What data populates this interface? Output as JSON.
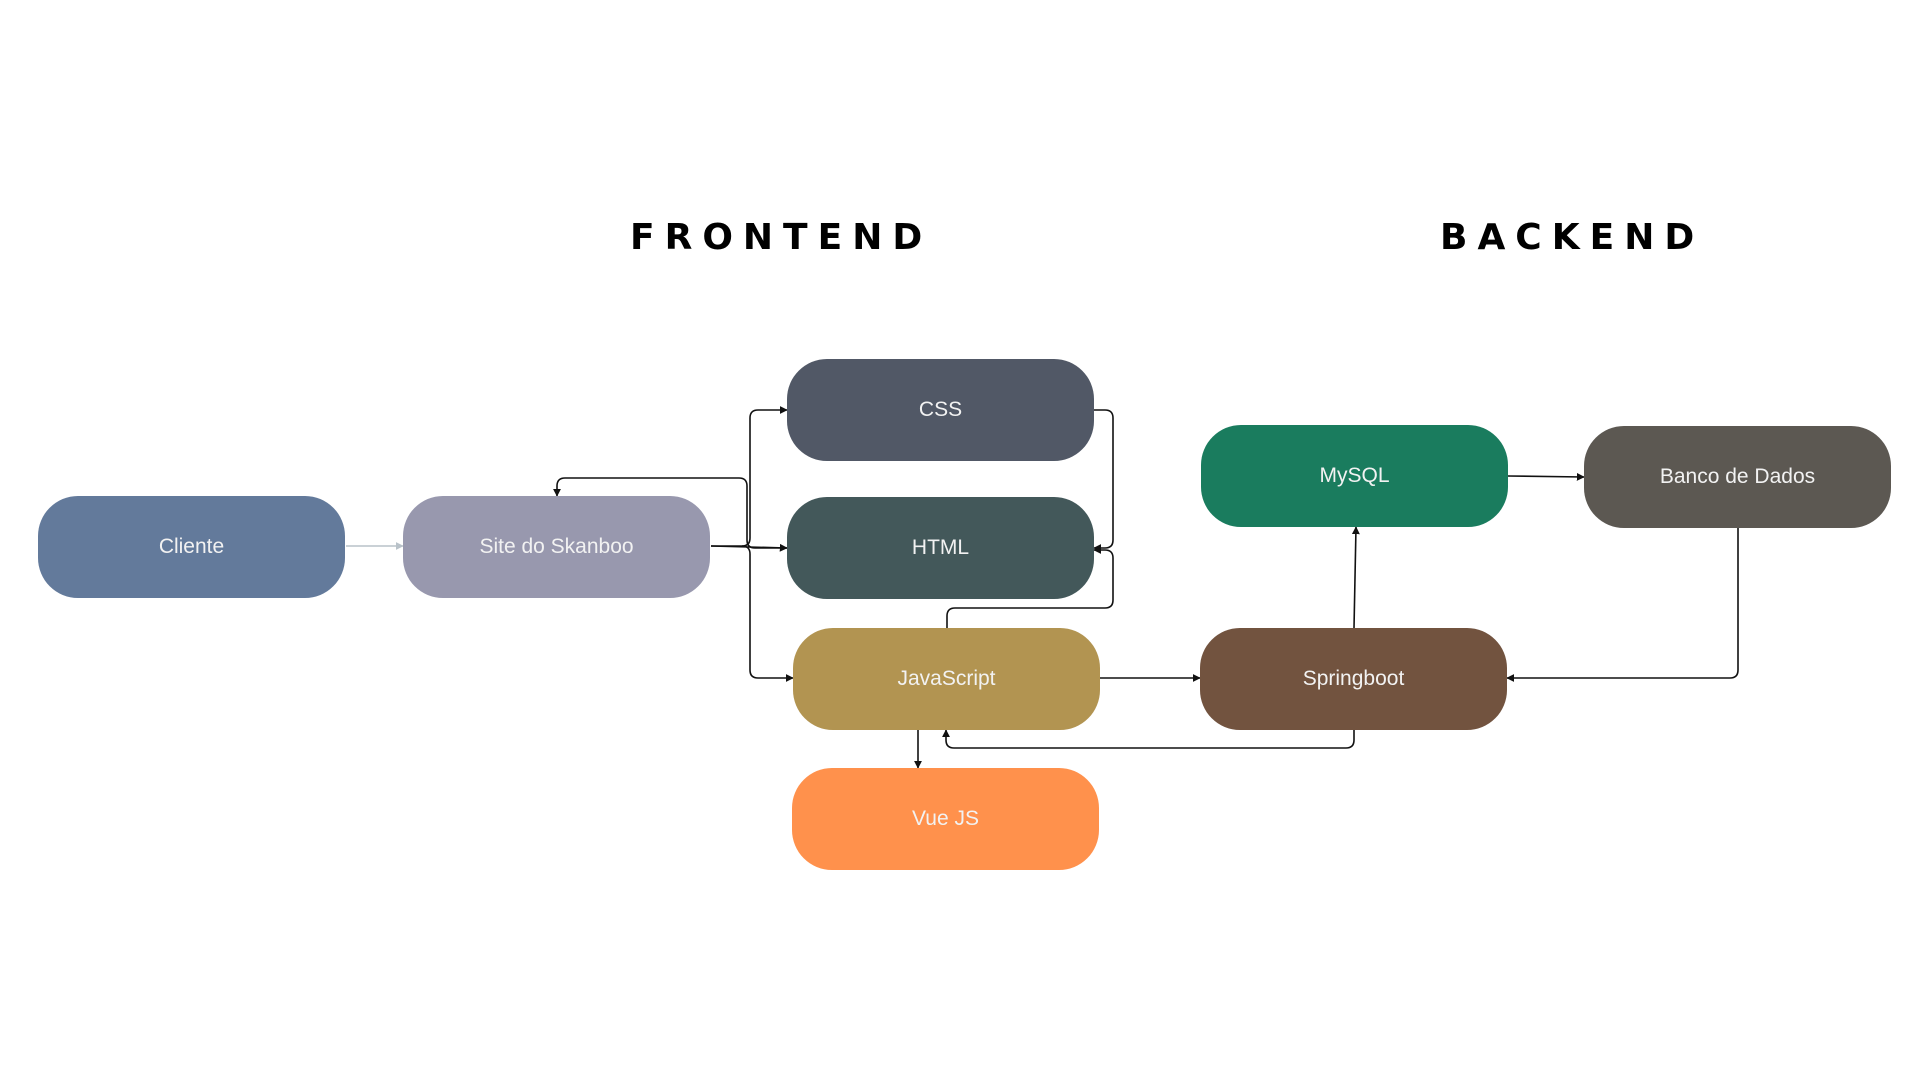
{
  "sections": {
    "frontend": "FRONTEND",
    "backend": "BACKEND"
  },
  "nodes": {
    "cliente": {
      "label": "Cliente",
      "color": "#637a9b"
    },
    "site": {
      "label": "Site do Skanboo",
      "color": "#9898ae"
    },
    "css": {
      "label": "CSS",
      "color": "#515866"
    },
    "html": {
      "label": "HTML",
      "color": "#43585a"
    },
    "javascript": {
      "label": "JavaScript",
      "color": "#b29451"
    },
    "vue": {
      "label": "Vue JS",
      "color": "#ff914c"
    },
    "mysql": {
      "label": "MySQL",
      "color": "#1a7c5e"
    },
    "springboot": {
      "label": "Springboot",
      "color": "#72533f"
    },
    "banco": {
      "label": "Banco de Dados",
      "color": "#5c5852"
    }
  },
  "edges": [
    {
      "from": "Cliente",
      "to": "Site do Skanboo"
    },
    {
      "from": "Site do Skanboo",
      "to": "CSS"
    },
    {
      "from": "Site do Skanboo",
      "to": "HTML"
    },
    {
      "from": "Site do Skanboo",
      "to": "JavaScript"
    },
    {
      "from": "HTML",
      "to": "Site do Skanboo"
    },
    {
      "from": "CSS",
      "to": "HTML"
    },
    {
      "from": "JavaScript",
      "to": "HTML"
    },
    {
      "from": "JavaScript",
      "to": "Vue JS"
    },
    {
      "from": "JavaScript",
      "to": "Springboot"
    },
    {
      "from": "Springboot",
      "to": "JavaScript"
    },
    {
      "from": "Springboot",
      "to": "MySQL"
    },
    {
      "from": "MySQL",
      "to": "Banco de Dados"
    },
    {
      "from": "Banco de Dados",
      "to": "Springboot"
    }
  ]
}
